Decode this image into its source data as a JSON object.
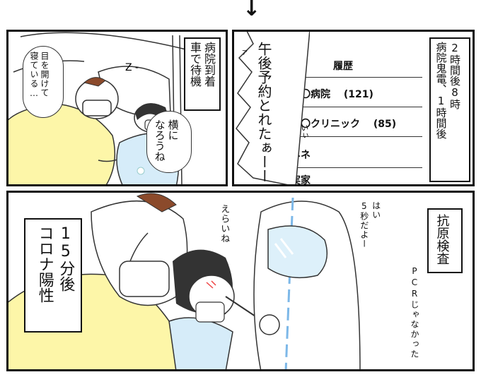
{
  "arrow": "↓",
  "panel1": {
    "sign_arrived": "病院到着\n車で待機",
    "bubble_lie": "横に\nなろうね",
    "narration": "目を開けて\n寝ている…",
    "zzz": "Z -"
  },
  "panel2": {
    "caption": "2時間後8時\n病院鬼電、1時間後",
    "bubble": "午後予約とれたぁーー",
    "fx_left": "ァ",
    "fx_iii": "いぃ",
    "history_title": "履歴",
    "history_items": [
      {
        "name": "〇〇病院",
        "count": "(121)"
      },
      {
        "name": "〇〇クリニック",
        "count": "(85)"
      },
      {
        "name": "ネネ",
        "count": ""
      },
      {
        "name": "実家",
        "count": ""
      }
    ]
  },
  "panel3": {
    "sign_result": "15分後\nコロナ陽性",
    "caption_test": "抗原検査",
    "note": "PCRじゃなかった",
    "speech_praise": "えらいね",
    "speech_count": "はい\n5秒だよー"
  },
  "colors": {
    "yellow": "#FDF6A8",
    "blue": "#D6ECF9",
    "visor": "#DDF0FA",
    "hair": "#333333",
    "cap_brown": "#8B4A2B"
  }
}
